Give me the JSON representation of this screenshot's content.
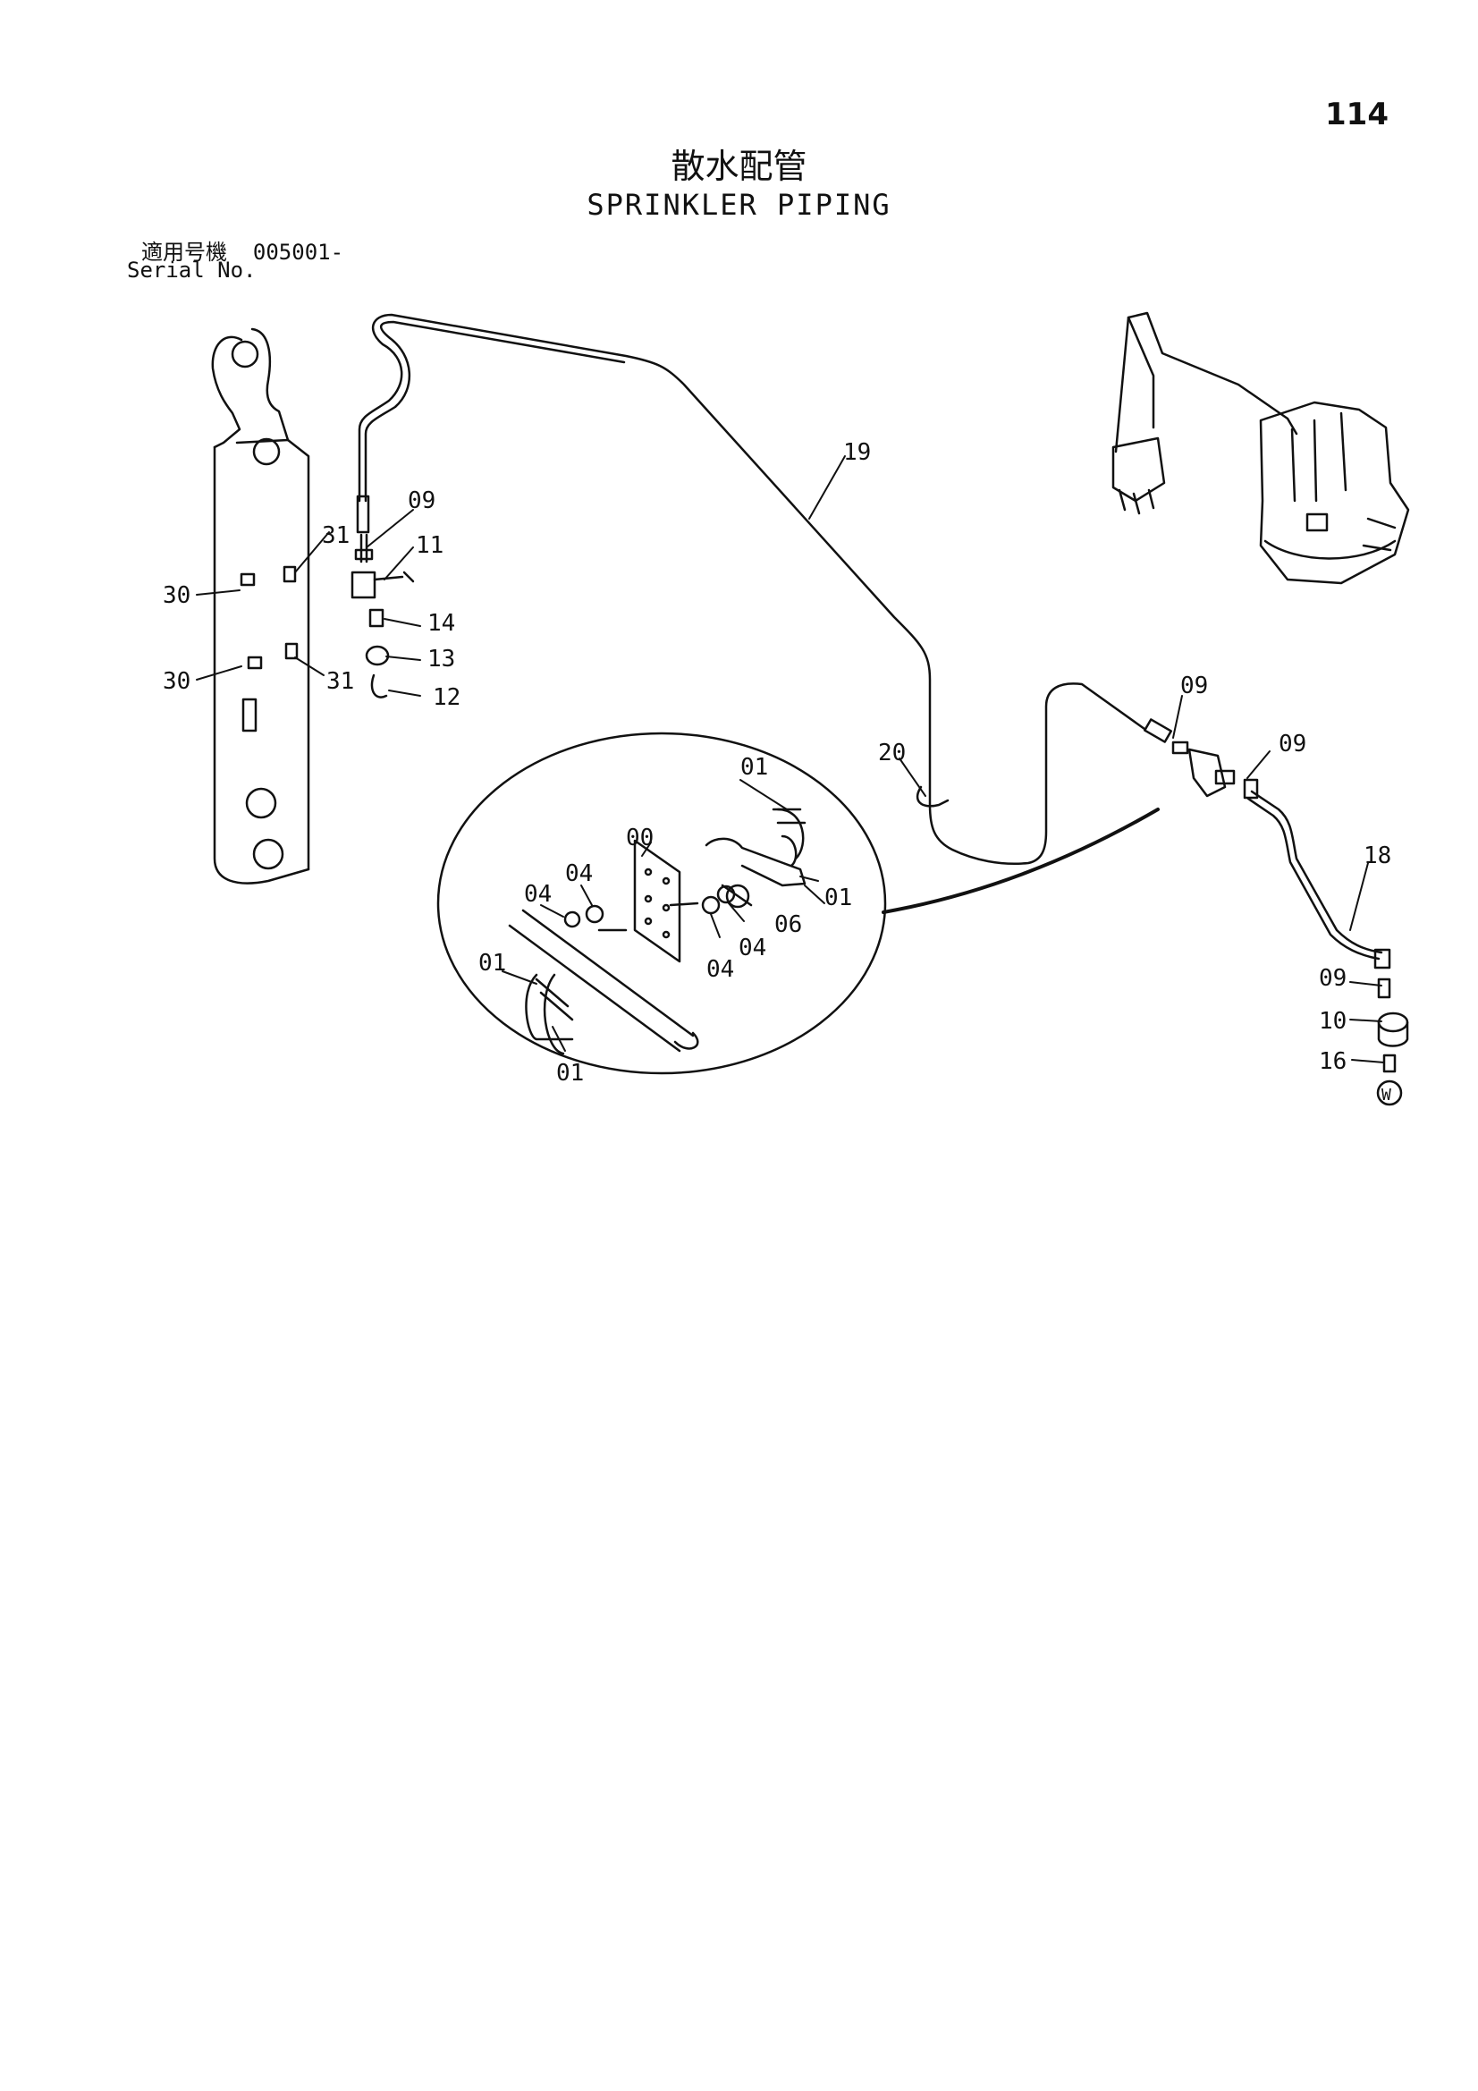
{
  "header": {
    "page_number": "114",
    "title_jp": "散水配管",
    "title_en": "SPRINKLER PIPING",
    "serial_label_jp": "適用号機",
    "serial_value": "005001-",
    "serial_label_en": "Serial No."
  },
  "callouts": {
    "c09a": "09",
    "c11": "11",
    "c31a": "31",
    "c30a": "30",
    "c14": "14",
    "c13": "13",
    "c30b": "30",
    "c31b": "31",
    "c12": "12",
    "c19": "19",
    "c09b": "09",
    "c20": "20",
    "c09c": "09",
    "c18": "18",
    "c09d": "09",
    "c10": "10",
    "c16": "16",
    "cW": "W",
    "d01a": "01",
    "d00": "00",
    "d04a": "04",
    "d04b": "04",
    "d01b": "01",
    "d06": "06",
    "d04c": "04",
    "d04d": "04",
    "d01c": "01",
    "d01d": "01"
  }
}
